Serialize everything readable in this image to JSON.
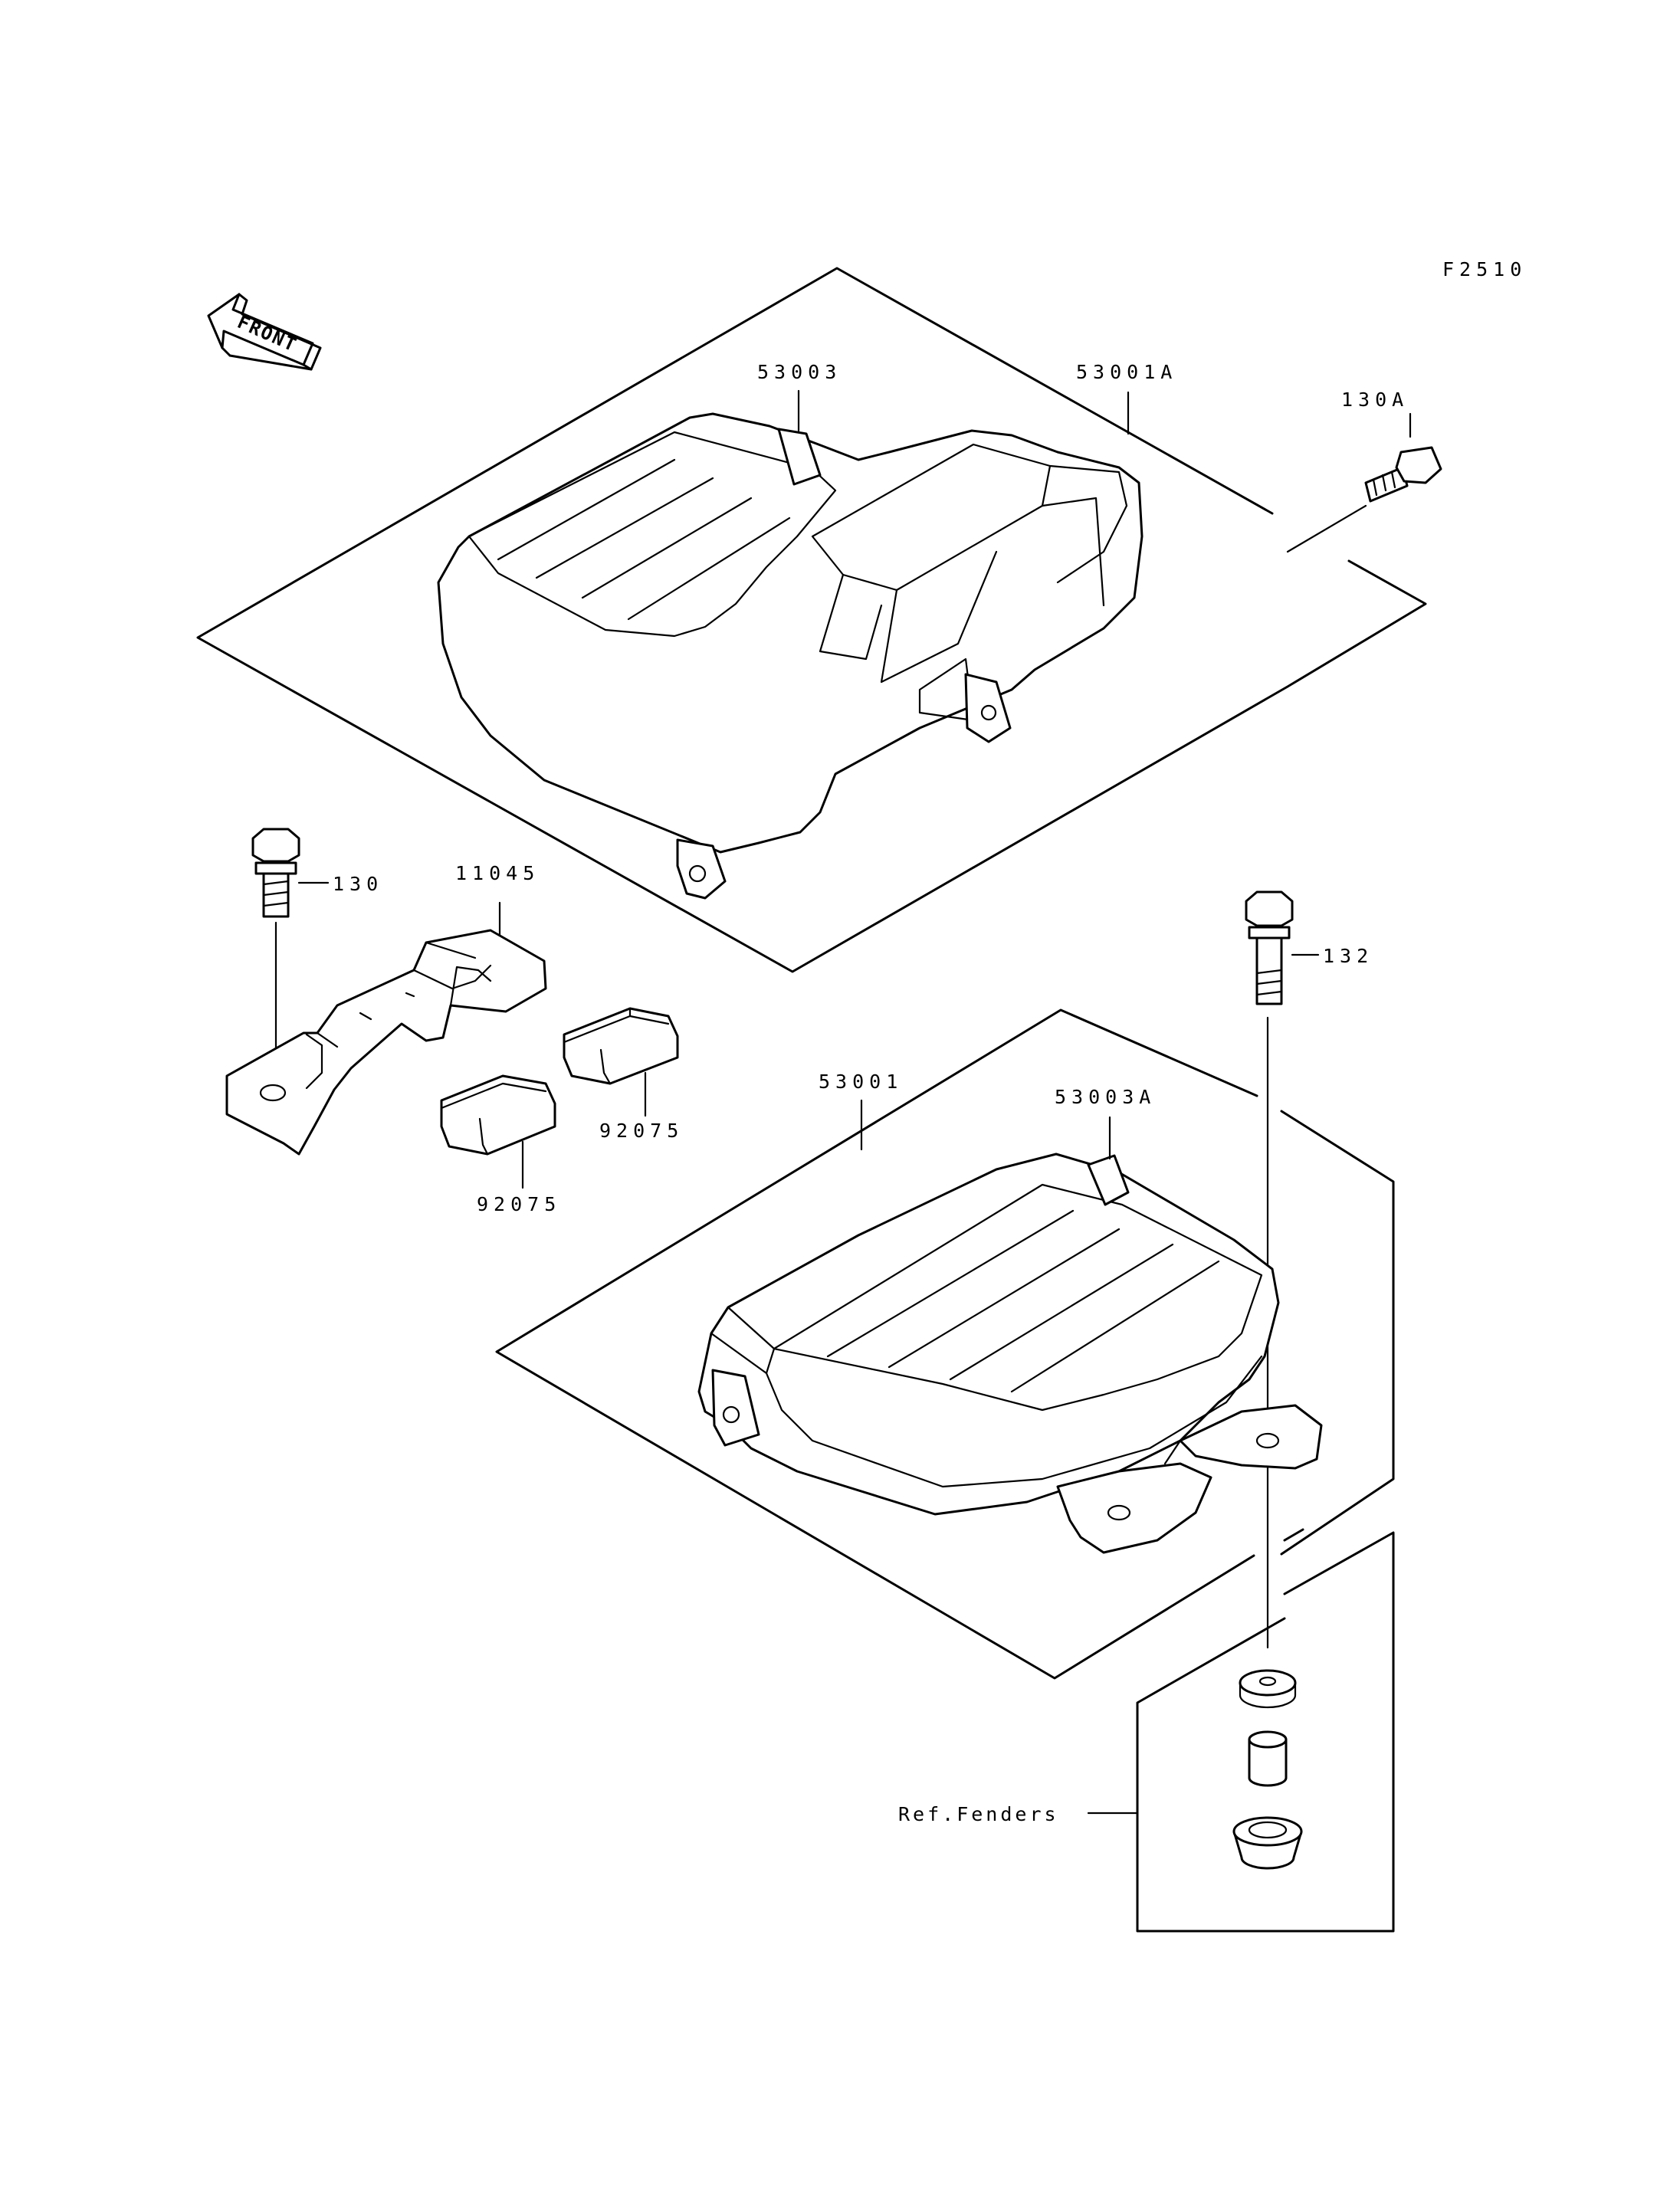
{
  "figure_code": "F2510",
  "front_indicator": "FRONT",
  "callouts": {
    "p53003": "53003",
    "p53001a": "53001A",
    "p130a": "130A",
    "p130": "130",
    "p11045": "11045",
    "p132": "132",
    "p53001": "53001",
    "p53003a": "53003A",
    "p92075_upper": "92075",
    "p92075_lower": "92075",
    "ref_fenders": "Ref.Fenders"
  }
}
